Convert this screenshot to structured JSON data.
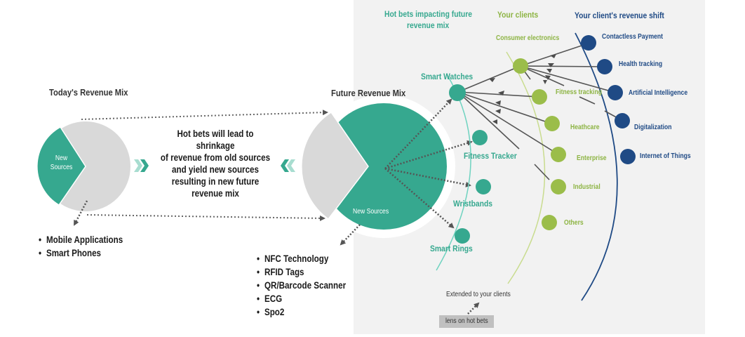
{
  "today_mix": {
    "title": "Today's Revenue Mix",
    "slice_label": "New Sources",
    "bullets": [
      "Mobile Applications",
      "Smart Phones"
    ]
  },
  "center_message": {
    "lines": [
      "Hot bets will lead to shrinkage",
      "of revenue from old sources",
      "and yield new sources",
      "resulting in new future",
      "revenue mix"
    ]
  },
  "future_mix": {
    "title": "Future Revenue Mix",
    "slice_label": "New Sources",
    "bullets": [
      "NFC Technology",
      "RFID Tags",
      "QR/Barcode Scanner",
      "ECG",
      "Spo2"
    ]
  },
  "columns": {
    "hot_bets_title_1": "Hot bets impacting future",
    "hot_bets_title_2": "revenue mix",
    "clients_title": "Your clients",
    "revenue_shift_title": "Your client's revenue shift"
  },
  "hot_bets": [
    "Smart Watches",
    "Fitness Tracker",
    "Wristbands",
    "Smart Rings"
  ],
  "clients": [
    "Consumer electronics",
    "Fitness tracking",
    "Heathcare",
    "Enterprise",
    "Industrial",
    "Others"
  ],
  "revenue_shift": [
    "Contactless Payment",
    "Health tracking",
    "Artificial Intelligence",
    "Digitalization",
    "Internet of Things"
  ],
  "footer": {
    "extended_label": "Extended to your clients",
    "lens_label": "lens on hot bets"
  },
  "colors": {
    "teal": "#36a88f",
    "light_teal": "#6fd3c0",
    "green": "#9bbd4a",
    "light_green": "#c9dc8f",
    "navy": "#1f4a85",
    "gray_slice": "#d9d9d9",
    "panel": "#f2f2f2"
  }
}
